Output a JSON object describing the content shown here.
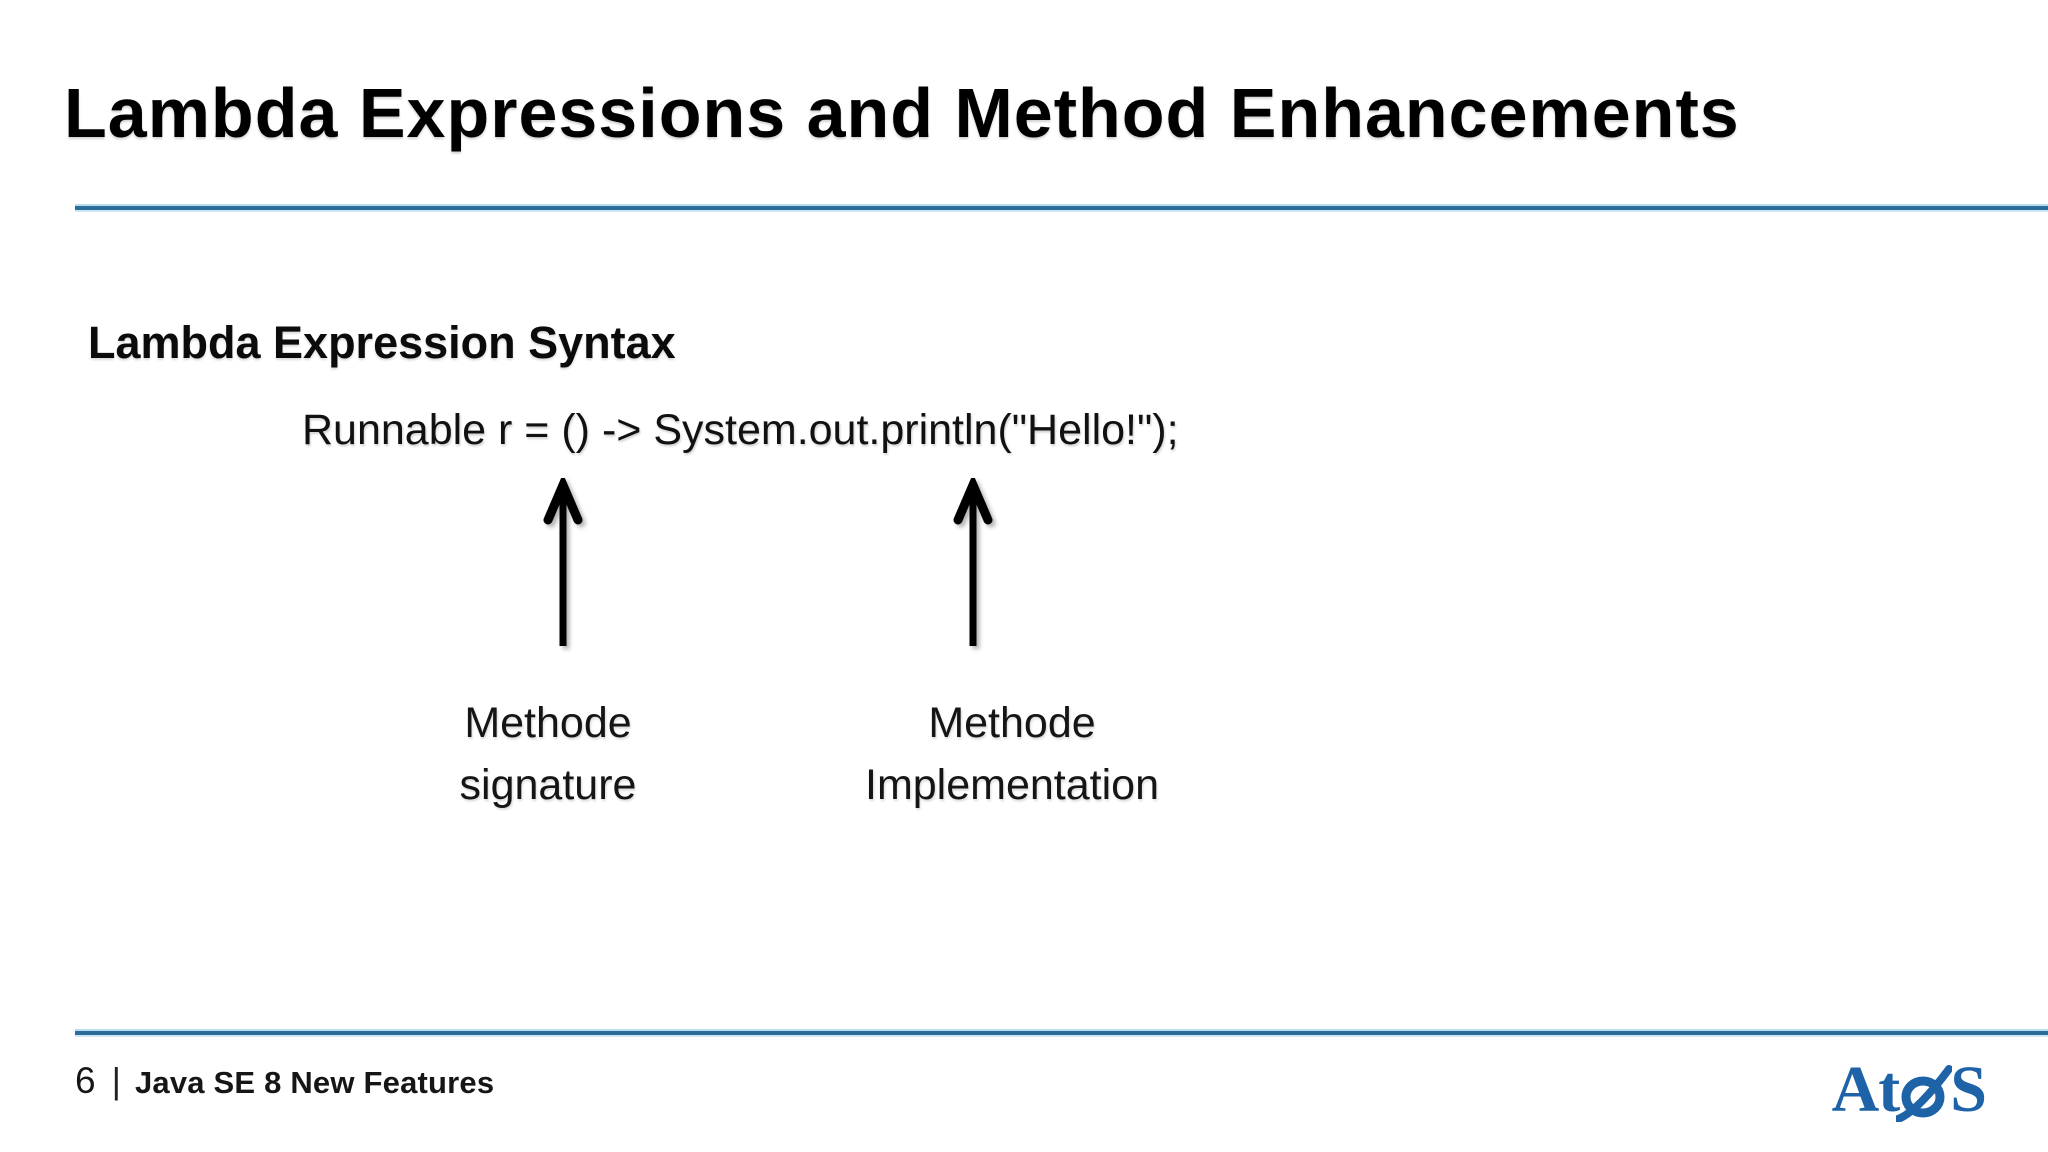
{
  "slide": {
    "title": "Lambda Expressions and Method Enhancements",
    "section_heading": "Lambda Expression Syntax",
    "code_line": "Runnable r = () -> System.out.println(\"Hello!\");",
    "annotations": [
      {
        "line1": "Methode",
        "line2": "signature"
      },
      {
        "line1": "Methode",
        "line2": "Implementation"
      }
    ],
    "footer": {
      "page_number": "6",
      "separator": "|",
      "presentation_title": "Java SE 8 New Features"
    },
    "logo": {
      "part1": "At",
      "part2": "S"
    },
    "colors": {
      "divider_blue": "#2a6d9b",
      "logo_blue": "#1e63a8",
      "arrow_black": "#000000"
    }
  }
}
